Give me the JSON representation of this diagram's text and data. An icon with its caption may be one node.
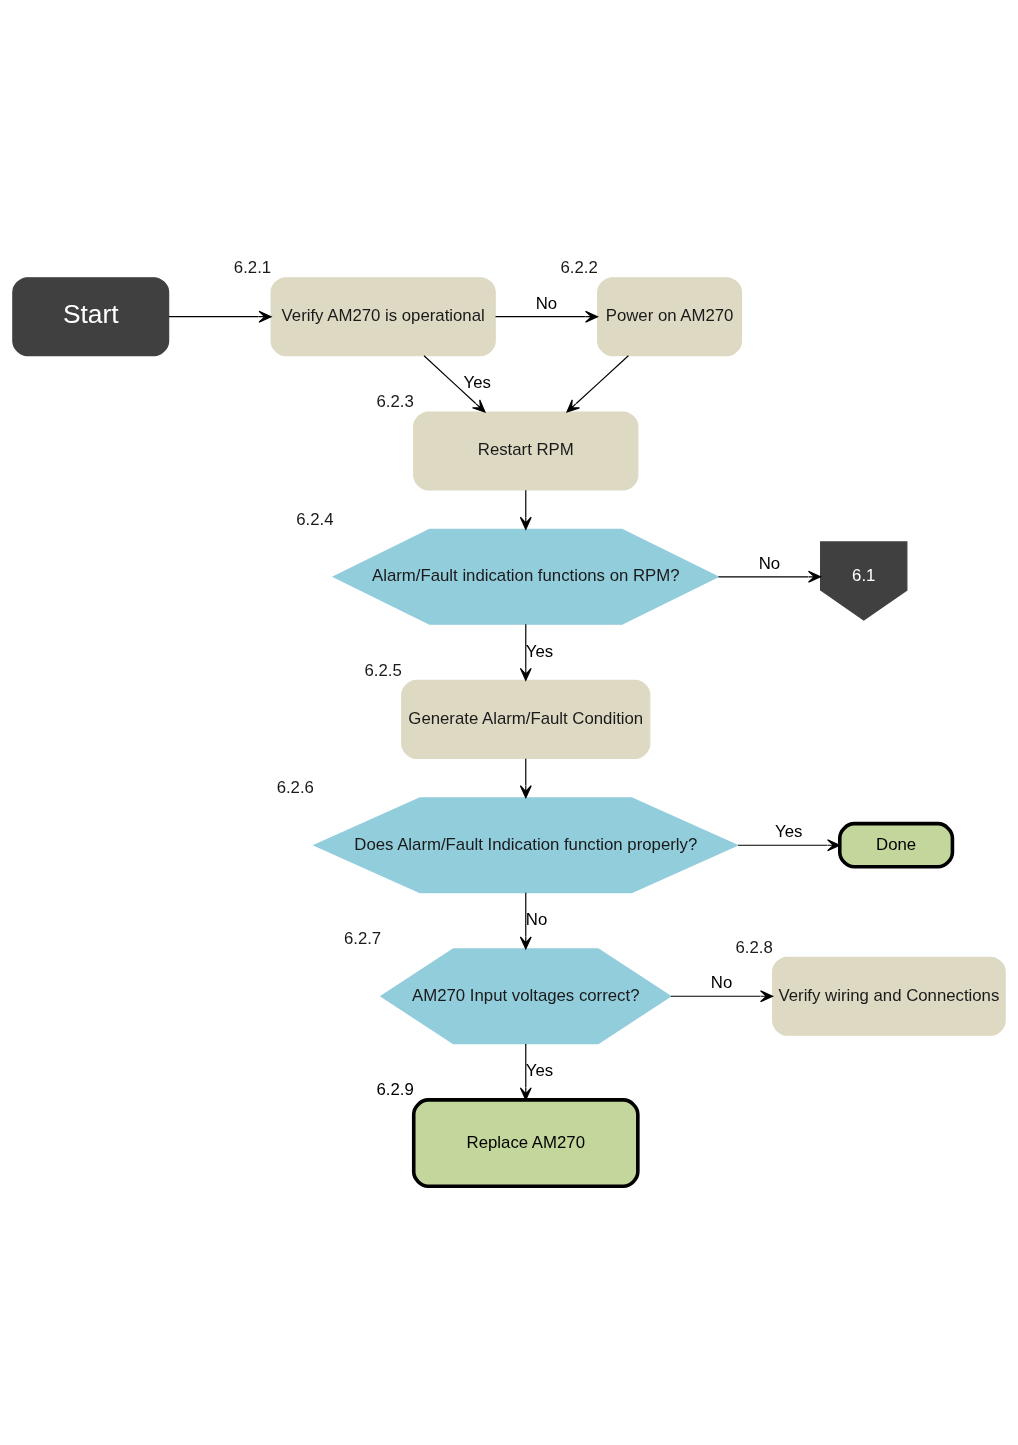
{
  "diagram": {
    "nodes": [
      {
        "text": [
          "Start"
        ]
      },
      {
        "text": [
          "Verify AM270 is operational"
        ],
        "beside": [
          "6.2.1"
        ]
      },
      {
        "text": [
          "Power on AM270"
        ],
        "beside": [
          "6.2.2"
        ]
      },
      {
        "text": [
          "Restart RPM"
        ],
        "beside": [
          "6.2.3"
        ]
      },
      {
        "text": [
          "Alarm/Fault indication functions on RPM?"
        ],
        "beside": [
          "6.2.4"
        ]
      },
      {
        "text": [
          "6.1"
        ]
      },
      {
        "text": [
          "Generate Alarm/Fault Condition"
        ],
        "beside": [
          "6.2.5"
        ]
      },
      {
        "text": [
          "Does Alarm/Fault Indication function properly?"
        ],
        "beside": [
          "6.2.6"
        ]
      },
      {
        "text": [
          "Done"
        ]
      },
      {
        "text": [
          "AM270 Input voltages correct?"
        ],
        "beside": [
          "6.2.7"
        ]
      },
      {
        "text": [
          "Verify wiring and Connections"
        ],
        "beside": [
          "6.2.8"
        ]
      },
      {
        "text": [
          "Replace AM270"
        ],
        "beside": [
          "6.2.9"
        ]
      }
    ],
    "edges": [
      {
        "from": 0,
        "to": 1,
        "arrow": "to"
      },
      {
        "from": 1,
        "to": 2,
        "arrow": "to",
        "label": "No"
      },
      {
        "from": 1,
        "to": 3,
        "arrow": "to",
        "label": "Yes"
      },
      {
        "from": 2,
        "to": 3,
        "arrow": "to"
      },
      {
        "from": 3,
        "to": 4,
        "arrow": "to"
      },
      {
        "from": 4,
        "to": 5,
        "arrow": "to",
        "label": "No"
      },
      {
        "from": 4,
        "to": 6,
        "arrow": "to",
        "label": "Yes"
      },
      {
        "from": 6,
        "to": 7,
        "arrow": "to"
      },
      {
        "from": 7,
        "to": 8,
        "arrow": "to",
        "label": "Yes"
      },
      {
        "from": 7,
        "to": 9,
        "arrow": "to",
        "label": "No"
      },
      {
        "from": 9,
        "to": 10,
        "arrow": "to",
        "label": "No"
      },
      {
        "from": 9,
        "to": 11,
        "arrow": "to",
        "label": "Yes"
      }
    ]
  }
}
